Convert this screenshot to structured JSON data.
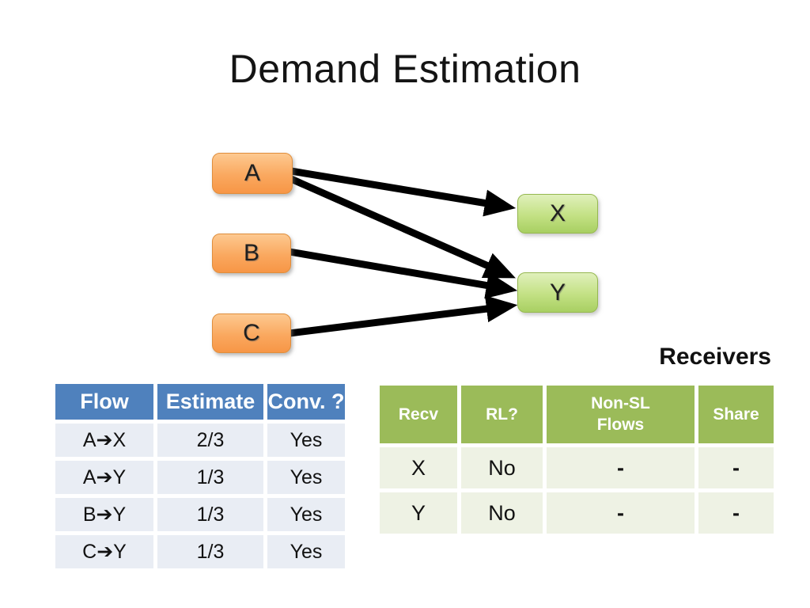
{
  "slide": {
    "title": "Demand Estimation"
  },
  "diagram": {
    "senders": [
      {
        "label": "A"
      },
      {
        "label": "B"
      },
      {
        "label": "C"
      }
    ],
    "receivers": [
      {
        "label": "X"
      },
      {
        "label": "Y"
      }
    ],
    "edges": [
      "A→X",
      "A→Y",
      "B→Y",
      "C→Y"
    ],
    "receivers_caption": "Receivers"
  },
  "flow_table": {
    "headers": [
      "Flow",
      "Estimate",
      "Conv. ?"
    ],
    "rows": [
      [
        "A➔X",
        "2/3",
        "Yes"
      ],
      [
        "A➔Y",
        "1/3",
        "Yes"
      ],
      [
        "B➔Y",
        "1/3",
        "Yes"
      ],
      [
        "C➔Y",
        "1/3",
        "Yes"
      ]
    ]
  },
  "receivers_table": {
    "headers": [
      "Recv",
      "RL?",
      "Non-SL Flows",
      "Share"
    ],
    "rows": [
      [
        "X",
        "No",
        "-",
        "-"
      ],
      [
        "Y",
        "No",
        "-",
        "-"
      ]
    ]
  },
  "colors": {
    "flow_header_bg": "#4f81bd",
    "flow_row_bg": "#e9edf4",
    "recv_header_bg": "#9bbb59",
    "recv_row_bg": "#eef2e4",
    "sender_fill_top": "#fdc990",
    "sender_fill_bottom": "#f79646",
    "receiver_fill_top": "#e0f0bb",
    "receiver_fill_bottom": "#a8cf62",
    "arrow": "#000000"
  }
}
